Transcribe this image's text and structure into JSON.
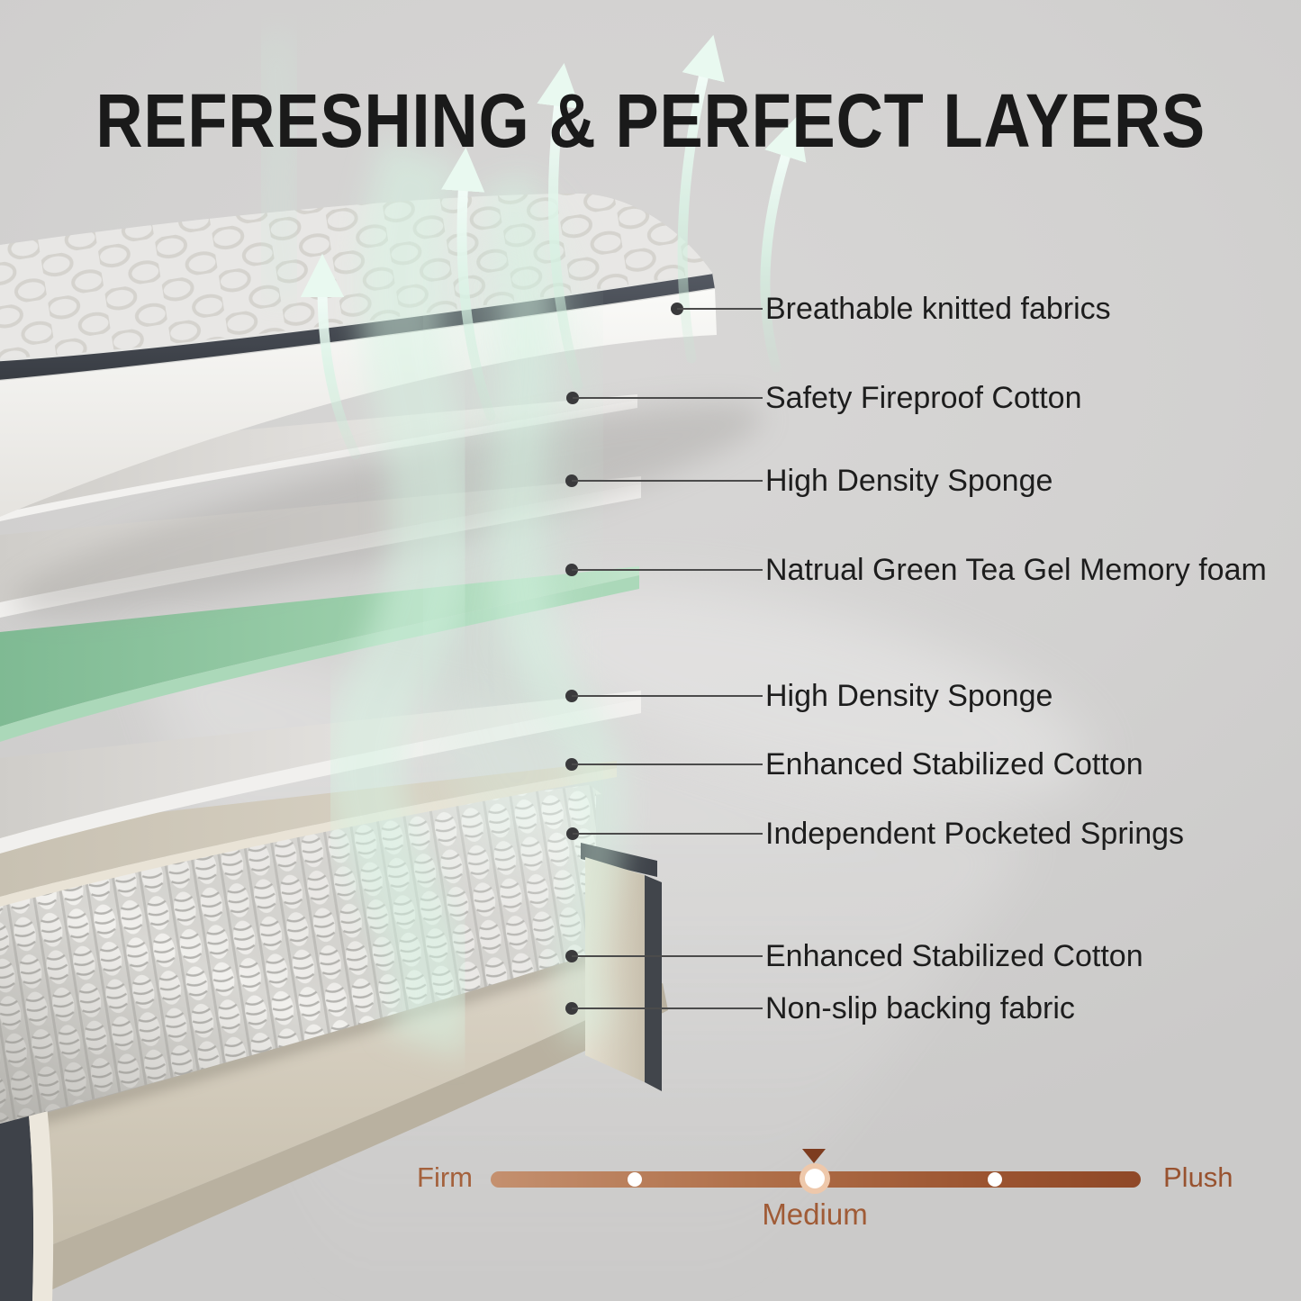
{
  "title": "REFRESHING & PERFECT LAYERS",
  "callouts": [
    {
      "label": "Breathable knitted fabrics"
    },
    {
      "label": "Safety Fireproof Cotton"
    },
    {
      "label": "High Density Sponge"
    },
    {
      "label": "Natrual Green Tea Gel Memory foam"
    },
    {
      "label": "High Density Sponge"
    },
    {
      "label": "Enhanced Stabilized Cotton"
    },
    {
      "label": "Independent Pocketed Springs"
    },
    {
      "label": "Enhanced Stabilized Cotton"
    },
    {
      "label": "Non-slip backing fabric"
    }
  ],
  "firmness_scale": {
    "min_label": "Firm",
    "max_label": "Plush",
    "selected_label": "Medium",
    "tick_positions_pct": [
      22,
      50,
      78
    ],
    "bar_gradient": [
      "#c4906f",
      "#aa6540",
      "#8f4827"
    ],
    "label_color": "#a0552f"
  },
  "colors": {
    "background": "#d3d2d1",
    "title_text": "#1a1a1a",
    "label_text": "#1d1d1d",
    "leader_line": "#4b4b4b",
    "mist_green": "#cdeedd",
    "green_foam_layer": "#9fd0ae",
    "edge_band_dark": "#41454b"
  }
}
